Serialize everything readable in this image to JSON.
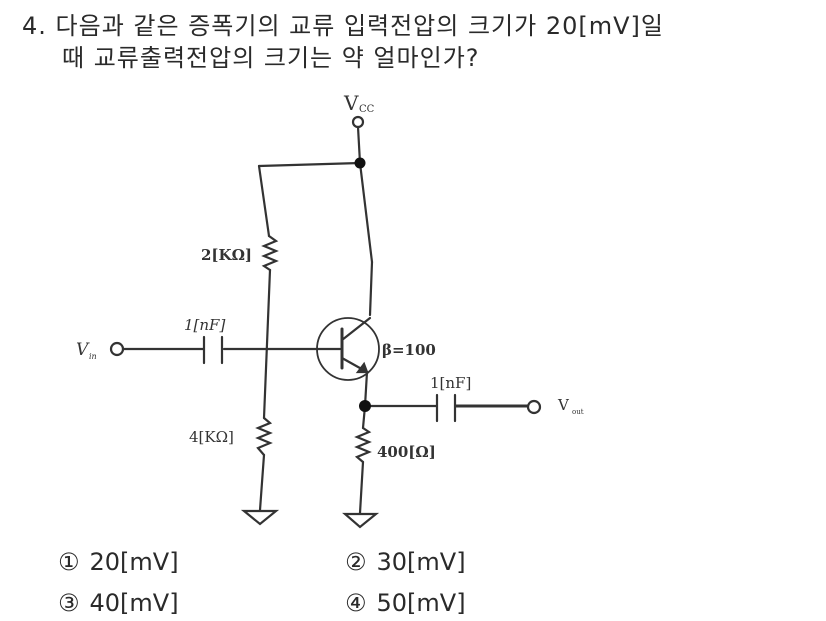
{
  "question": {
    "number": "4.",
    "line1": "다음과 같은 증폭기의 교류 입력전압의 크기가 20[mV]일",
    "line2": "때 교류출력전압의 크기는 약 얼마인가?"
  },
  "circuit": {
    "vcc_label": "V",
    "vcc_sub": "CC",
    "vin_label": "V",
    "vin_sub": "in",
    "vout_label": "V",
    "vout_sub": "out",
    "r1_label": "2[KΩ]",
    "r2_label": "4[KΩ]",
    "re_label": "400[Ω]",
    "c_in_label": "1[nF]",
    "c_out_label": "1[nF]",
    "beta_label": "β=100"
  },
  "choices": [
    {
      "num": "①",
      "text": "20[mV]"
    },
    {
      "num": "②",
      "text": "30[mV]"
    },
    {
      "num": "③",
      "text": "40[mV]"
    },
    {
      "num": "④",
      "text": "50[mV]"
    }
  ]
}
